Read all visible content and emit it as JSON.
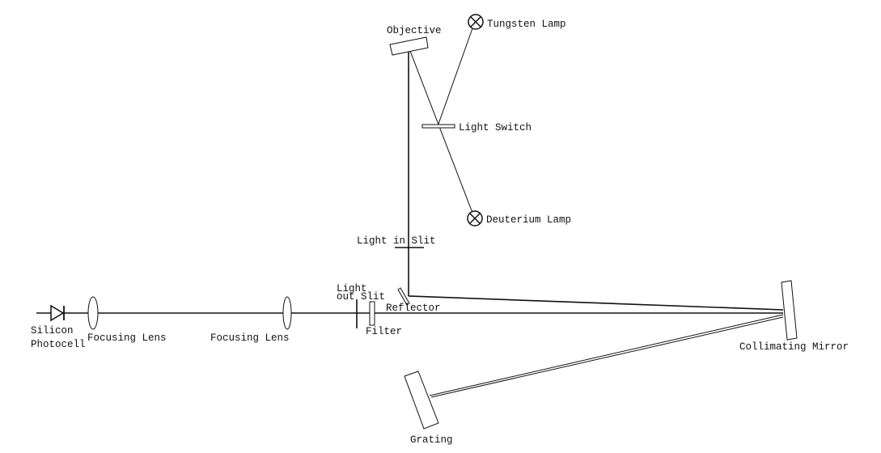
{
  "title": "UV-Vis spectrophotometer optical path",
  "labels": {
    "objective": "Objective",
    "tungsten_lamp": "Tungsten Lamp",
    "light_switch": "Light Switch",
    "deuterium_lamp": "Deuterium Lamp",
    "light_in_slit": "Light in Slit",
    "light_out_slit_1": "Light",
    "light_out_slit_2": "out Slit",
    "reflector": "Reflector",
    "filter": "Filter",
    "silicon_photocell_1": "Silicon",
    "silicon_photocell_2": "Photocell",
    "focusing_lens_1": "Focusing Lens",
    "focusing_lens_2": "Focusing Lens",
    "collimating_mirror": "Collimating Mirror",
    "grating": "Grating"
  },
  "colors": {
    "line": "#111111",
    "background": "#ffffff"
  }
}
